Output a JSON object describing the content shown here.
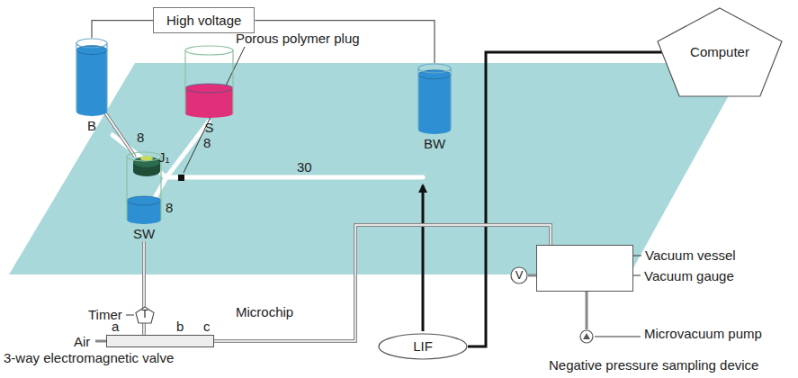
{
  "diagram": {
    "nodes": [
      {
        "text": [
          "High voltage"
        ]
      },
      {
        "text": [
          "S"
        ]
      },
      {
        "text": [
          "B"
        ]
      },
      {
        "text": [
          "SW"
        ]
      },
      {
        "text": [
          "BW"
        ]
      },
      {
        "text": [
          "Computer"
        ]
      },
      {
        "text": [
          "T"
        ]
      },
      {
        "text": [
          "3-way electromagnetic valve"
        ]
      },
      {
        "text": [
          "LIF"
        ]
      },
      {
        "text": [
          "V"
        ]
      },
      {
        "text": [
          "Vacuum vessel"
        ]
      },
      {
        "text": [
          "Microvacuum pump"
        ]
      }
    ],
    "edges": [
      {
        "from": 0,
        "to": 2,
        "arrow": "none"
      },
      {
        "from": 0,
        "to": 4,
        "arrow": "none"
      },
      {
        "from": 8,
        "to": 5,
        "arrow": "none"
      },
      {
        "from": 6,
        "to": 7,
        "arrow": "none"
      },
      {
        "from": 7,
        "to": 3,
        "arrow": "none"
      },
      {
        "from": 7,
        "to": 10,
        "arrow": "none"
      },
      {
        "from": 9,
        "to": 10,
        "arrow": "none"
      },
      {
        "from": 11,
        "to": 10,
        "arrow": "none"
      }
    ],
    "labels": [
      "Porous polymer plug",
      "8",
      "8",
      "8",
      "30",
      "J₁",
      "Microchip",
      "Air",
      "a",
      "b",
      "c",
      "Timer",
      "Vacuum gauge",
      "Negative pressure sampling device"
    ]
  }
}
